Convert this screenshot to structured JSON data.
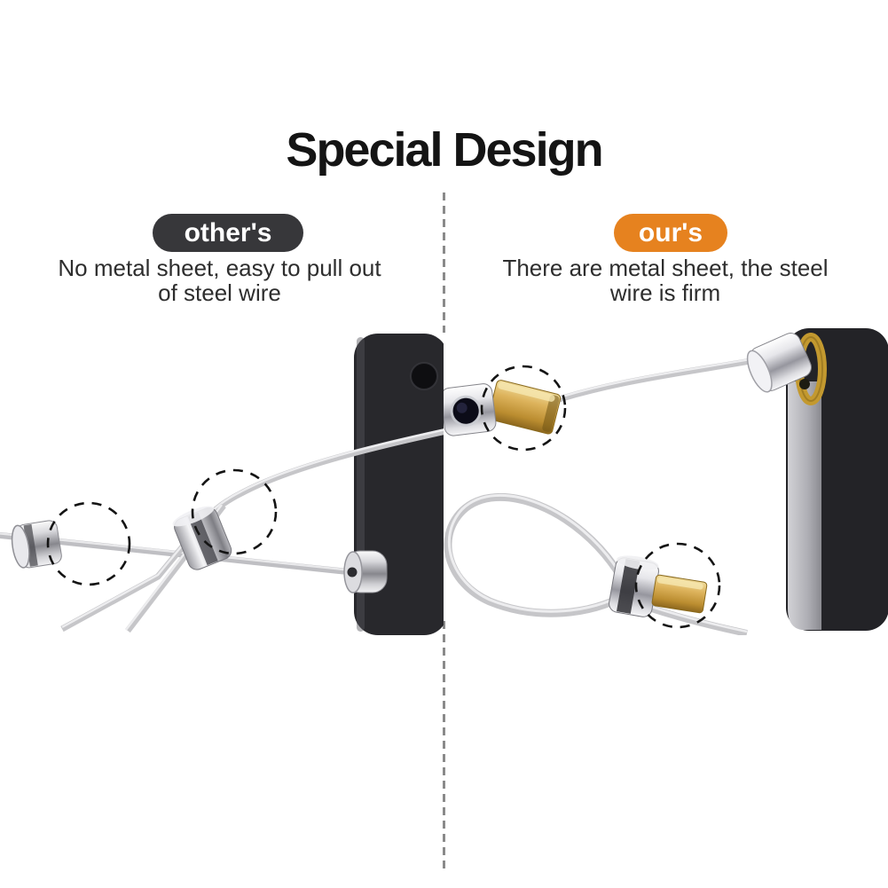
{
  "title": "Special Design",
  "divider": {
    "color": "#8a8a8a",
    "style": "dashed-vertical"
  },
  "left_panel": {
    "badge_label": "other's",
    "badge_color": "#37373a",
    "description_line1": "No metal sheet, easy to pull out",
    "description_line2": "of steel wire",
    "photo_alt": "steel wire held only by plain cylinders on black lock body, weak points circled"
  },
  "right_panel": {
    "badge_label": "our's",
    "badge_color": "#e6821f",
    "description_line1": "There are metal sheet, the steel",
    "description_line2": "wire is firm",
    "photo_alt": "steel wire secured with brass metal sheets, clamp and wire loop, circled details"
  }
}
